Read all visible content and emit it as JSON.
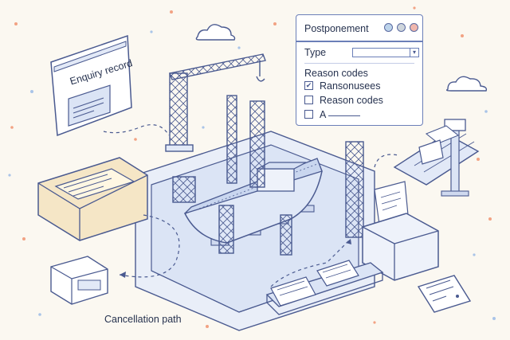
{
  "enquiry_label": "Enquiry record",
  "cancellation_label": "Cancellation path",
  "panel": {
    "title": "Postponement",
    "type_label": "Type",
    "type_value": "",
    "reason_heading": "Reason codes",
    "options": [
      {
        "label": "Ransonusees",
        "checked": true
      },
      {
        "label": "Reason codes",
        "checked": false
      },
      {
        "label": "A",
        "checked": false
      }
    ],
    "window_dot_colors": [
      "#bcd3ea",
      "#cfd6dc",
      "#f0b7ad"
    ]
  },
  "colors": {
    "background": "#fbf8f1",
    "line": "#4a5a90",
    "fill_light": "#e2e9f7",
    "fill_folder": "#f5e6c6",
    "accent_orange": "#f2a283"
  }
}
